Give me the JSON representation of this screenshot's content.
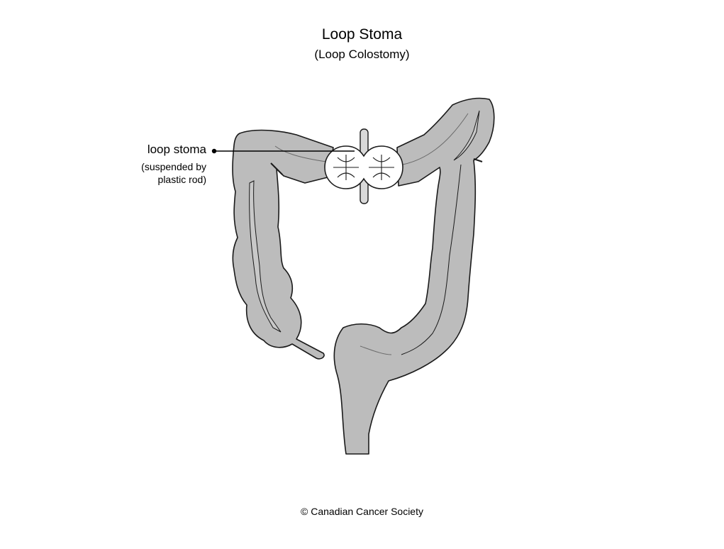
{
  "title": "Loop Stoma",
  "subtitle": "(Loop Colostomy)",
  "labels": {
    "stoma_main": "loop stoma",
    "stoma_sub_line1": "(suspended by",
    "stoma_sub_line2": "plastic rod)"
  },
  "credit": "© Canadian Cancer Society",
  "colors": {
    "colon_fill": "#bcbcbc",
    "outline": "#1a1a1a",
    "stoma_fill": "#ffffff",
    "rod_fill": "#d9d9d9"
  }
}
